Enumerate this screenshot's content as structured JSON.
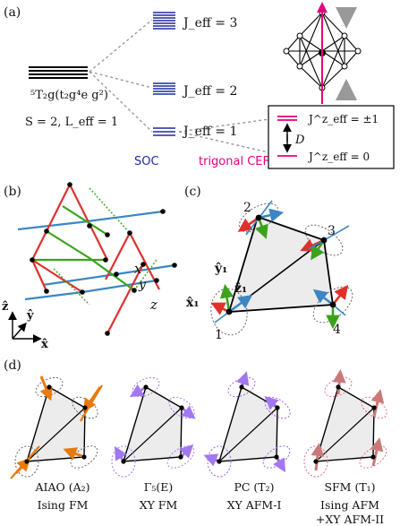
{
  "panels": {
    "a": {
      "tag": "(a)",
      "state": "⁵T₂g(t₂g⁴e g²)",
      "spin": "S = 2,  L_eff = 1",
      "levels": [
        "J_eff = 3",
        "J_eff = 2",
        "J_eff = 1"
      ],
      "soc": "SOC",
      "cef": "trigonal CEF",
      "split_upper": "J^z_eff = ±1",
      "split_lower": "J^z_eff = 0",
      "gap": "D"
    },
    "b": {
      "tag": "(b)",
      "bond_x": "x",
      "bond_y": "y",
      "bond_z": "z",
      "axis_z": "ẑ",
      "axis_y": "ŷ",
      "axis_x": "x̂"
    },
    "c": {
      "tag": "(c)",
      "sites": [
        "1",
        "2",
        "3",
        "4"
      ],
      "local_y": "ŷ₁",
      "local_z": "ẑ₁",
      "local_x": "x̂₁"
    },
    "d": {
      "tag": "(d)",
      "configs": [
        {
          "name": "AIAO (A₂)",
          "sub": "Ising FM"
        },
        {
          "name": "Γ₅(E)",
          "sub": "XY FM"
        },
        {
          "name": "PC (T₂)",
          "sub": "XY AFM-I"
        },
        {
          "name": "SFM (T₁)",
          "sub": "Ising AFM",
          "sub2": "+XY AFM-II"
        }
      ]
    }
  },
  "colors": {
    "level": "#1f2a9e",
    "soc": "#1f2a9e",
    "cef": "#e6007e",
    "bond_x": "#e0302a",
    "bond_y": "#3aa31a",
    "bond_z": "#3c86c4",
    "ising": "#e87a0c",
    "xy": "#a278f0",
    "pc": "#9c5fe6",
    "sfm": "#c97a78",
    "tetra": "#ececec"
  }
}
